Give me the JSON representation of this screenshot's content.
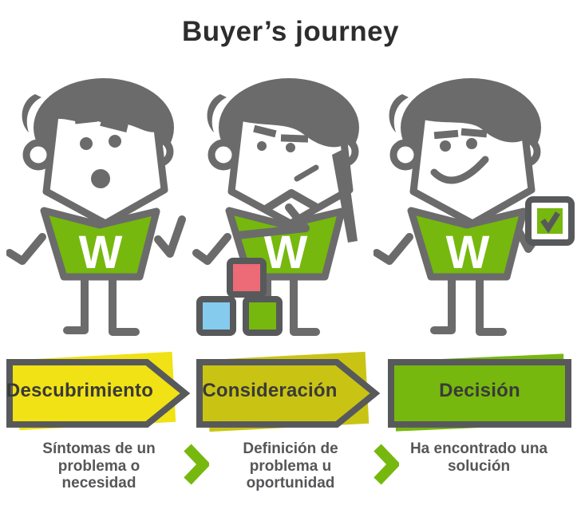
{
  "title": "Buyer’s journey",
  "palette": {
    "outline_gray": "#6b6b6b",
    "border_gray": "#58595b",
    "caption_gray": "#565659",
    "banner_text": "#3a3a39",
    "title_text": "#2d2d2d",
    "green": "#76b80e",
    "yellow": "#f0e214",
    "yellow_green": "#c9c414",
    "pink_block": "#ec6b76",
    "blue_block": "#85cbee",
    "white": "#ffffff"
  },
  "stages": [
    {
      "label": "Descubrimiento",
      "caption": "Síntomas de un problema o necesidad",
      "banner_color": "#f0e214",
      "banner_shape": "arrow",
      "character_icon": "surprised-w-mascot",
      "monogram": "W"
    },
    {
      "label": "Consideración",
      "caption": "Definición de problema u oportunidad",
      "banner_color": "#c9c414",
      "banner_shape": "arrow",
      "character_icon": "thinking-w-mascot-with-blocks",
      "monogram": "W"
    },
    {
      "label": "Decisión",
      "caption": "Ha encontrado una solución",
      "banner_color": "#76b80e",
      "banner_shape": "rectangle",
      "character_icon": "confident-w-mascot-with-checkbox",
      "monogram": "W"
    }
  ]
}
